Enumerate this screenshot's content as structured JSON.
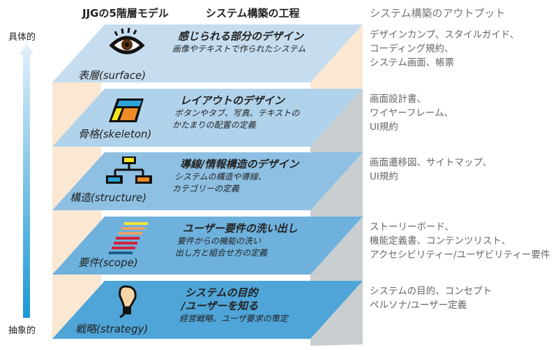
{
  "header": {
    "model": "JJGの5階層モデル",
    "process": "システム構築の工程",
    "output": "システム構築のアウトプット"
  },
  "axis": {
    "top": "具体的",
    "bottom": "抽象的"
  },
  "colors": {
    "arrow_top": "#e3f0fa",
    "arrow_bottom": "#1b98d5",
    "side_cream": "#fbe8d3",
    "side_grey": "#c9cfd1"
  },
  "layers": [
    {
      "name": "表層(surface)",
      "icon": "eye-icon",
      "title": "感じられる部分のデザイン",
      "desc": [
        "画像やテキストで作られたシステム"
      ],
      "outputs": [
        "デザインカンプ、スタイルガイド、",
        "コーディング規約、",
        "システム画面、帳票"
      ],
      "color": "#c6ddef"
    },
    {
      "name": "骨格(skeleton)",
      "icon": "layout-icon",
      "title": "レイアウトのデザイン",
      "desc": [
        "ボタンやタブ、写真、テキストの",
        "かたまりの配置の定義"
      ],
      "outputs": [
        "画面設計書、",
        "ワイヤーフレーム、",
        "UI規約"
      ],
      "color": "#b0d2eb"
    },
    {
      "name": "構造(structure)",
      "icon": "sitemap-icon",
      "title": "導線/情報構造のデザイン",
      "desc": [
        "システムの構造や導線、",
        "カテゴリーの定義"
      ],
      "outputs": [
        "画面遷移図、サイトマップ、",
        "UI規約"
      ],
      "color": "#8ec0e3"
    },
    {
      "name": "要件(scope)",
      "icon": "list-lines-icon",
      "title": "ユーザー要件の洗い出し",
      "desc": [
        "要件からの機能の洗い",
        "出し方と組合せ方の定義"
      ],
      "outputs": [
        "ストーリーボード、",
        "機能定義書、コンテンツリスト、",
        "アクセシビリティー/ユーザビリティー要件"
      ],
      "color": "#6eb1dd"
    },
    {
      "name": "戦略(strategy)",
      "icon": "lightbulb-icon",
      "title": "システムの目的\n/ユーザーを知る",
      "desc": [
        "経営戦略、ユーザ要求の策定"
      ],
      "outputs": [
        "システムの目的、コンセプト",
        "ペルソナ/ユーザー定義"
      ],
      "color": "#4fa5d8"
    }
  ]
}
